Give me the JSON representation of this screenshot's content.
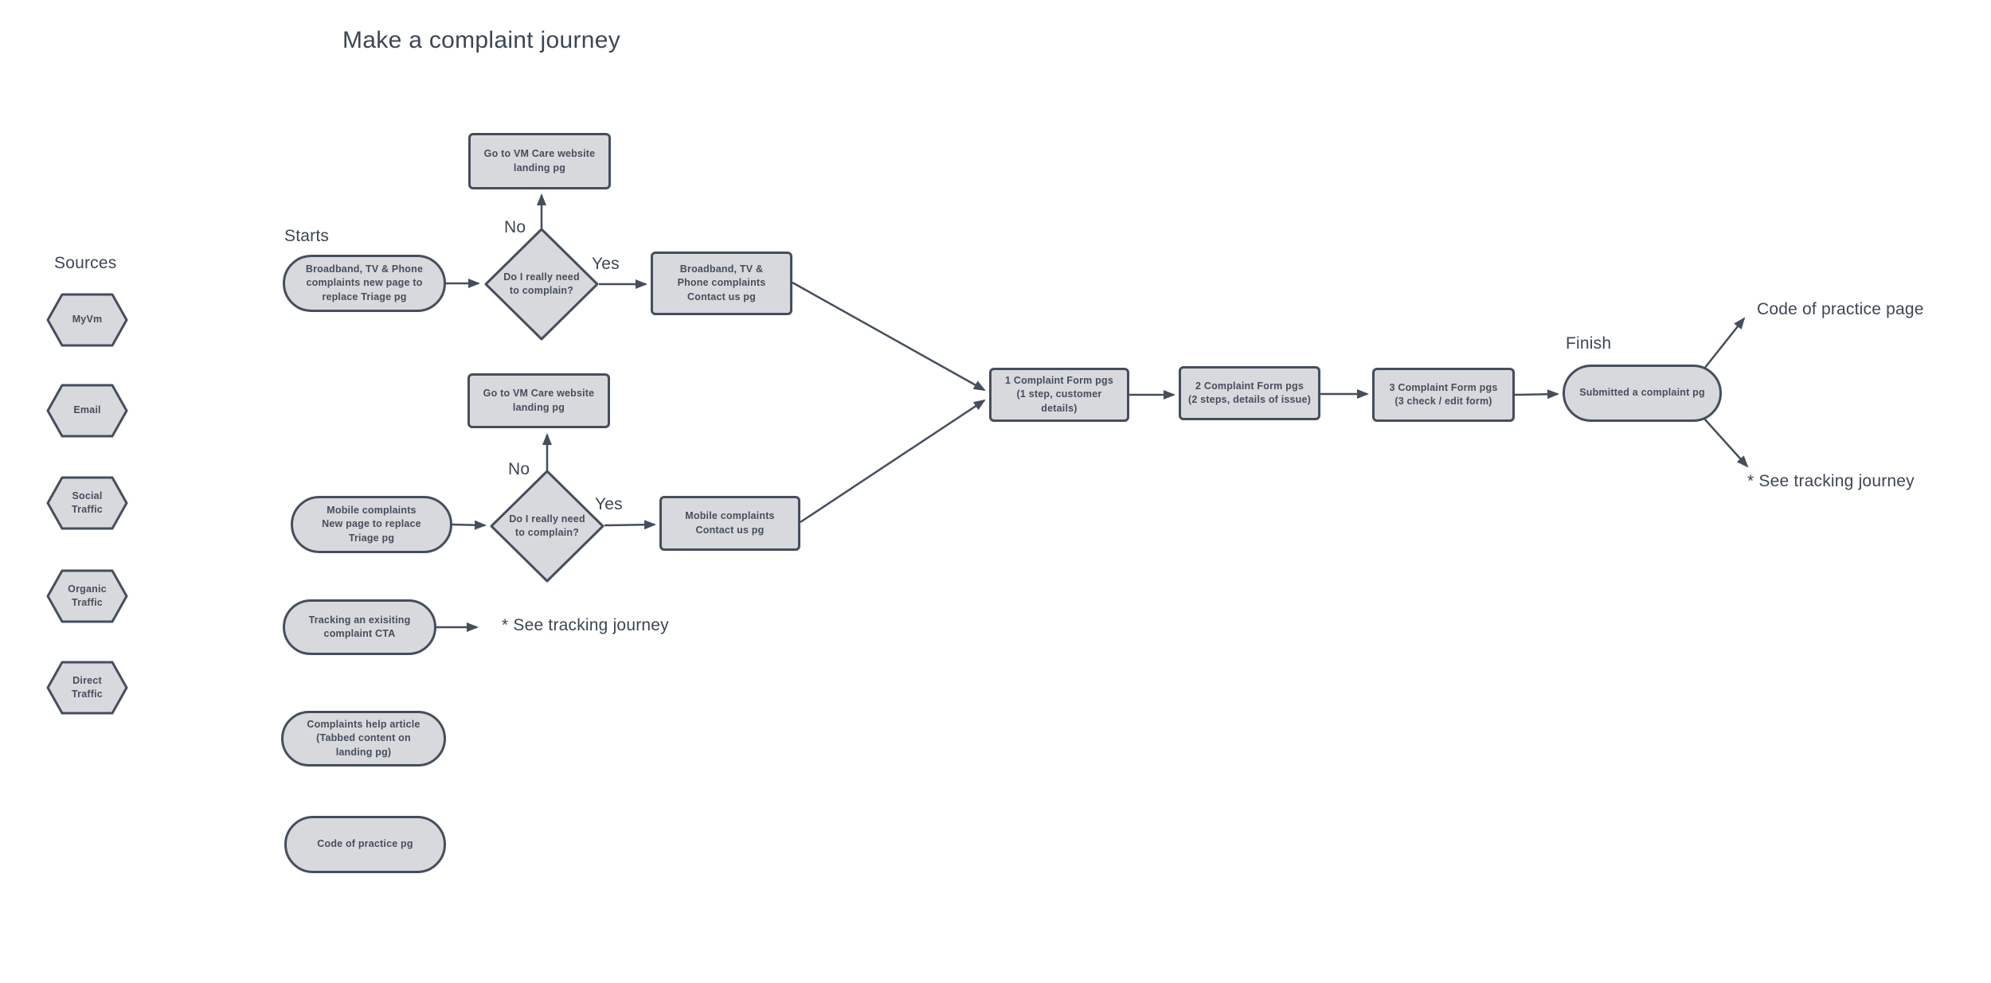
{
  "title": "Make a complaint journey",
  "colors": {
    "shape_fill": "#d8d9dc",
    "shape_border": "#454e5d",
    "label_text": "#3d4653",
    "connector": "#454e5d"
  },
  "sources": {
    "heading": "Sources",
    "items": [
      "MyVm",
      "Email",
      "Social\nTraffic",
      "Organic\nTraffic",
      "Direct\nTraffic"
    ]
  },
  "flow": {
    "starts_label": "Starts",
    "finish_label": "Finish",
    "broadband_start": "Broadband, TV & Phone\ncomplaints new page to\nreplace Triage pg",
    "vmcare_top": "Go to VM Care website\nlanding pg",
    "decision_broadband": "Do I really need\nto complain?",
    "no_broadband": "No",
    "yes_broadband": "Yes",
    "broadband_contact": "Broadband, TV &\nPhone complaints\nContact us pg",
    "mobile_start": "Mobile complaints\nNew page to replace\nTriage pg",
    "vmcare_bottom": "Go to VM Care website\nlanding pg",
    "decision_mobile": "Do I really need\nto complain?",
    "no_mobile": "No",
    "yes_mobile": "Yes",
    "mobile_contact": "Mobile complaints\nContact us pg",
    "form_step1": "1 Complaint Form pgs\n(1 step, customer\ndetails)",
    "form_step2": "2 Complaint Form pgs\n(2 steps, details of issue)",
    "form_step3": "3 Complaint Form pgs\n(3 check / edit form)",
    "submitted": "Submitted a complaint pg",
    "tracking_cta": "Tracking an exisiting\ncomplaint CTA",
    "help_article": "Complaints help article\n(Tabbed content on\nlanding pg)",
    "code_practice_pill": "Code of practice pg"
  },
  "annotations": {
    "code_of_practice_page": "Code of practice page",
    "see_tracking_right": "* See tracking journey",
    "see_tracking_left": "* See tracking journey"
  }
}
